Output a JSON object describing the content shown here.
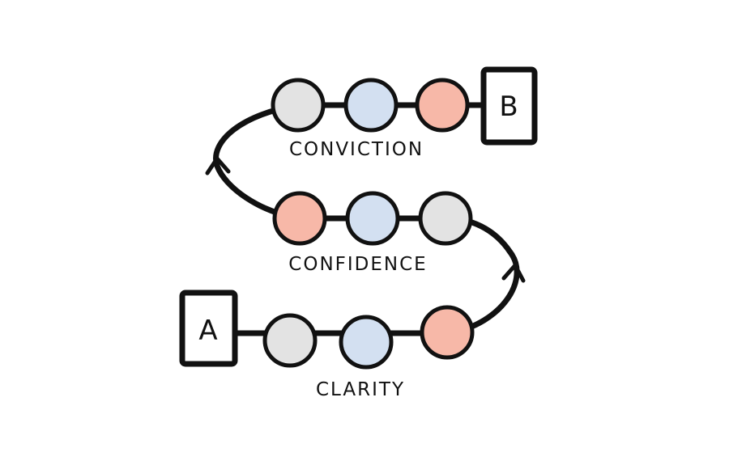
{
  "start_box": {
    "letter": "A"
  },
  "end_box": {
    "letter": "B"
  },
  "stages": [
    {
      "label": "CLARITY"
    },
    {
      "label": "CONFIDENCE"
    },
    {
      "label": "CONVICTION"
    }
  ],
  "colors": {
    "stroke": "#111111",
    "gray": "#e3e3e3",
    "blue": "#d3e0f1",
    "salmon": "#f7b8a8",
    "background": "#ffffff"
  }
}
